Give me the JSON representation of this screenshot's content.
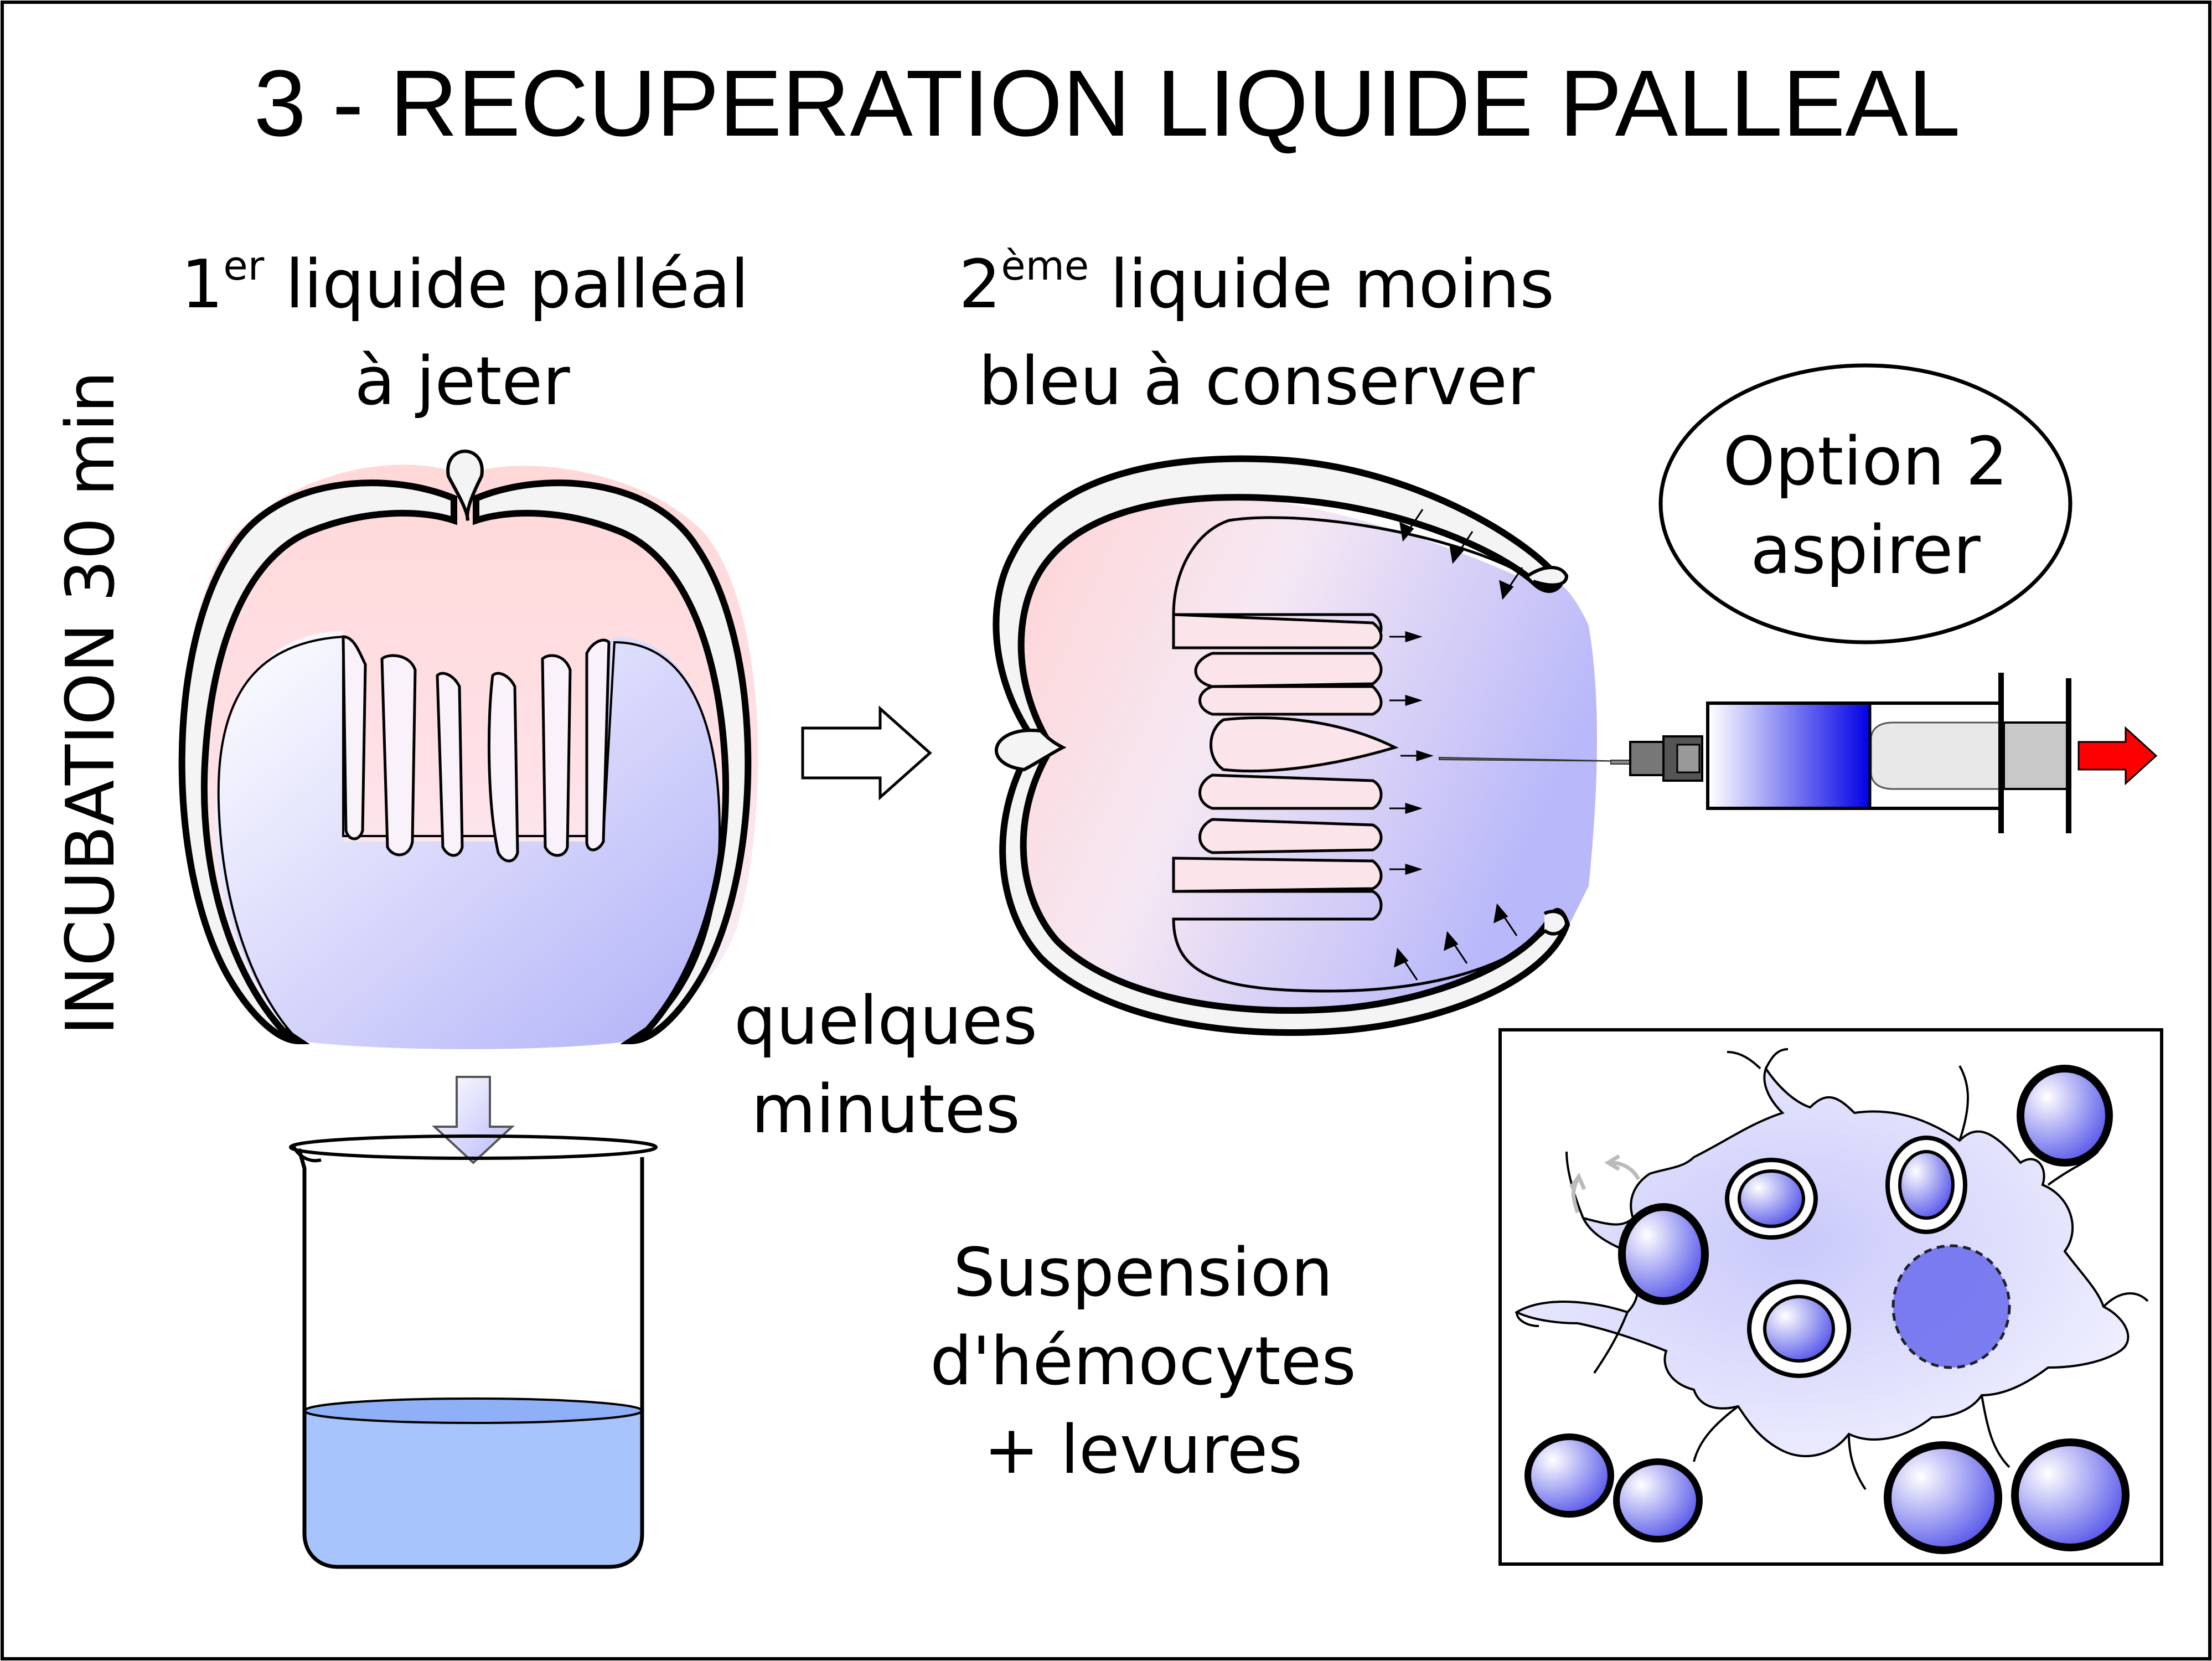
{
  "title": "3 - RECUPERATION LIQUIDE PALLEAL",
  "side_label": "INCUBATION 30 min",
  "step1": {
    "number": "1",
    "superscript": "er",
    "line1_rest": " liquide palléal",
    "line2": "à jeter"
  },
  "step2": {
    "number": "2",
    "superscript": "ème",
    "line1_rest": " liquide moins",
    "line2": "bleu à conserver"
  },
  "delay": {
    "line1": "quelques",
    "line2": "minutes"
  },
  "option": {
    "line1": "Option 2",
    "line2": "aspirer"
  },
  "suspension": {
    "line1": "Suspension",
    "line2": "d'hémocytes",
    "line3": "+ levures"
  },
  "colors": {
    "liquid_blue": "#a7c4fc",
    "pink": "#ffd5d5",
    "lavender": "#b8b8fa",
    "syringe_blue": "#0000e6",
    "arrow_red": "#ff0000",
    "yeast_blue": "#5555ee"
  }
}
